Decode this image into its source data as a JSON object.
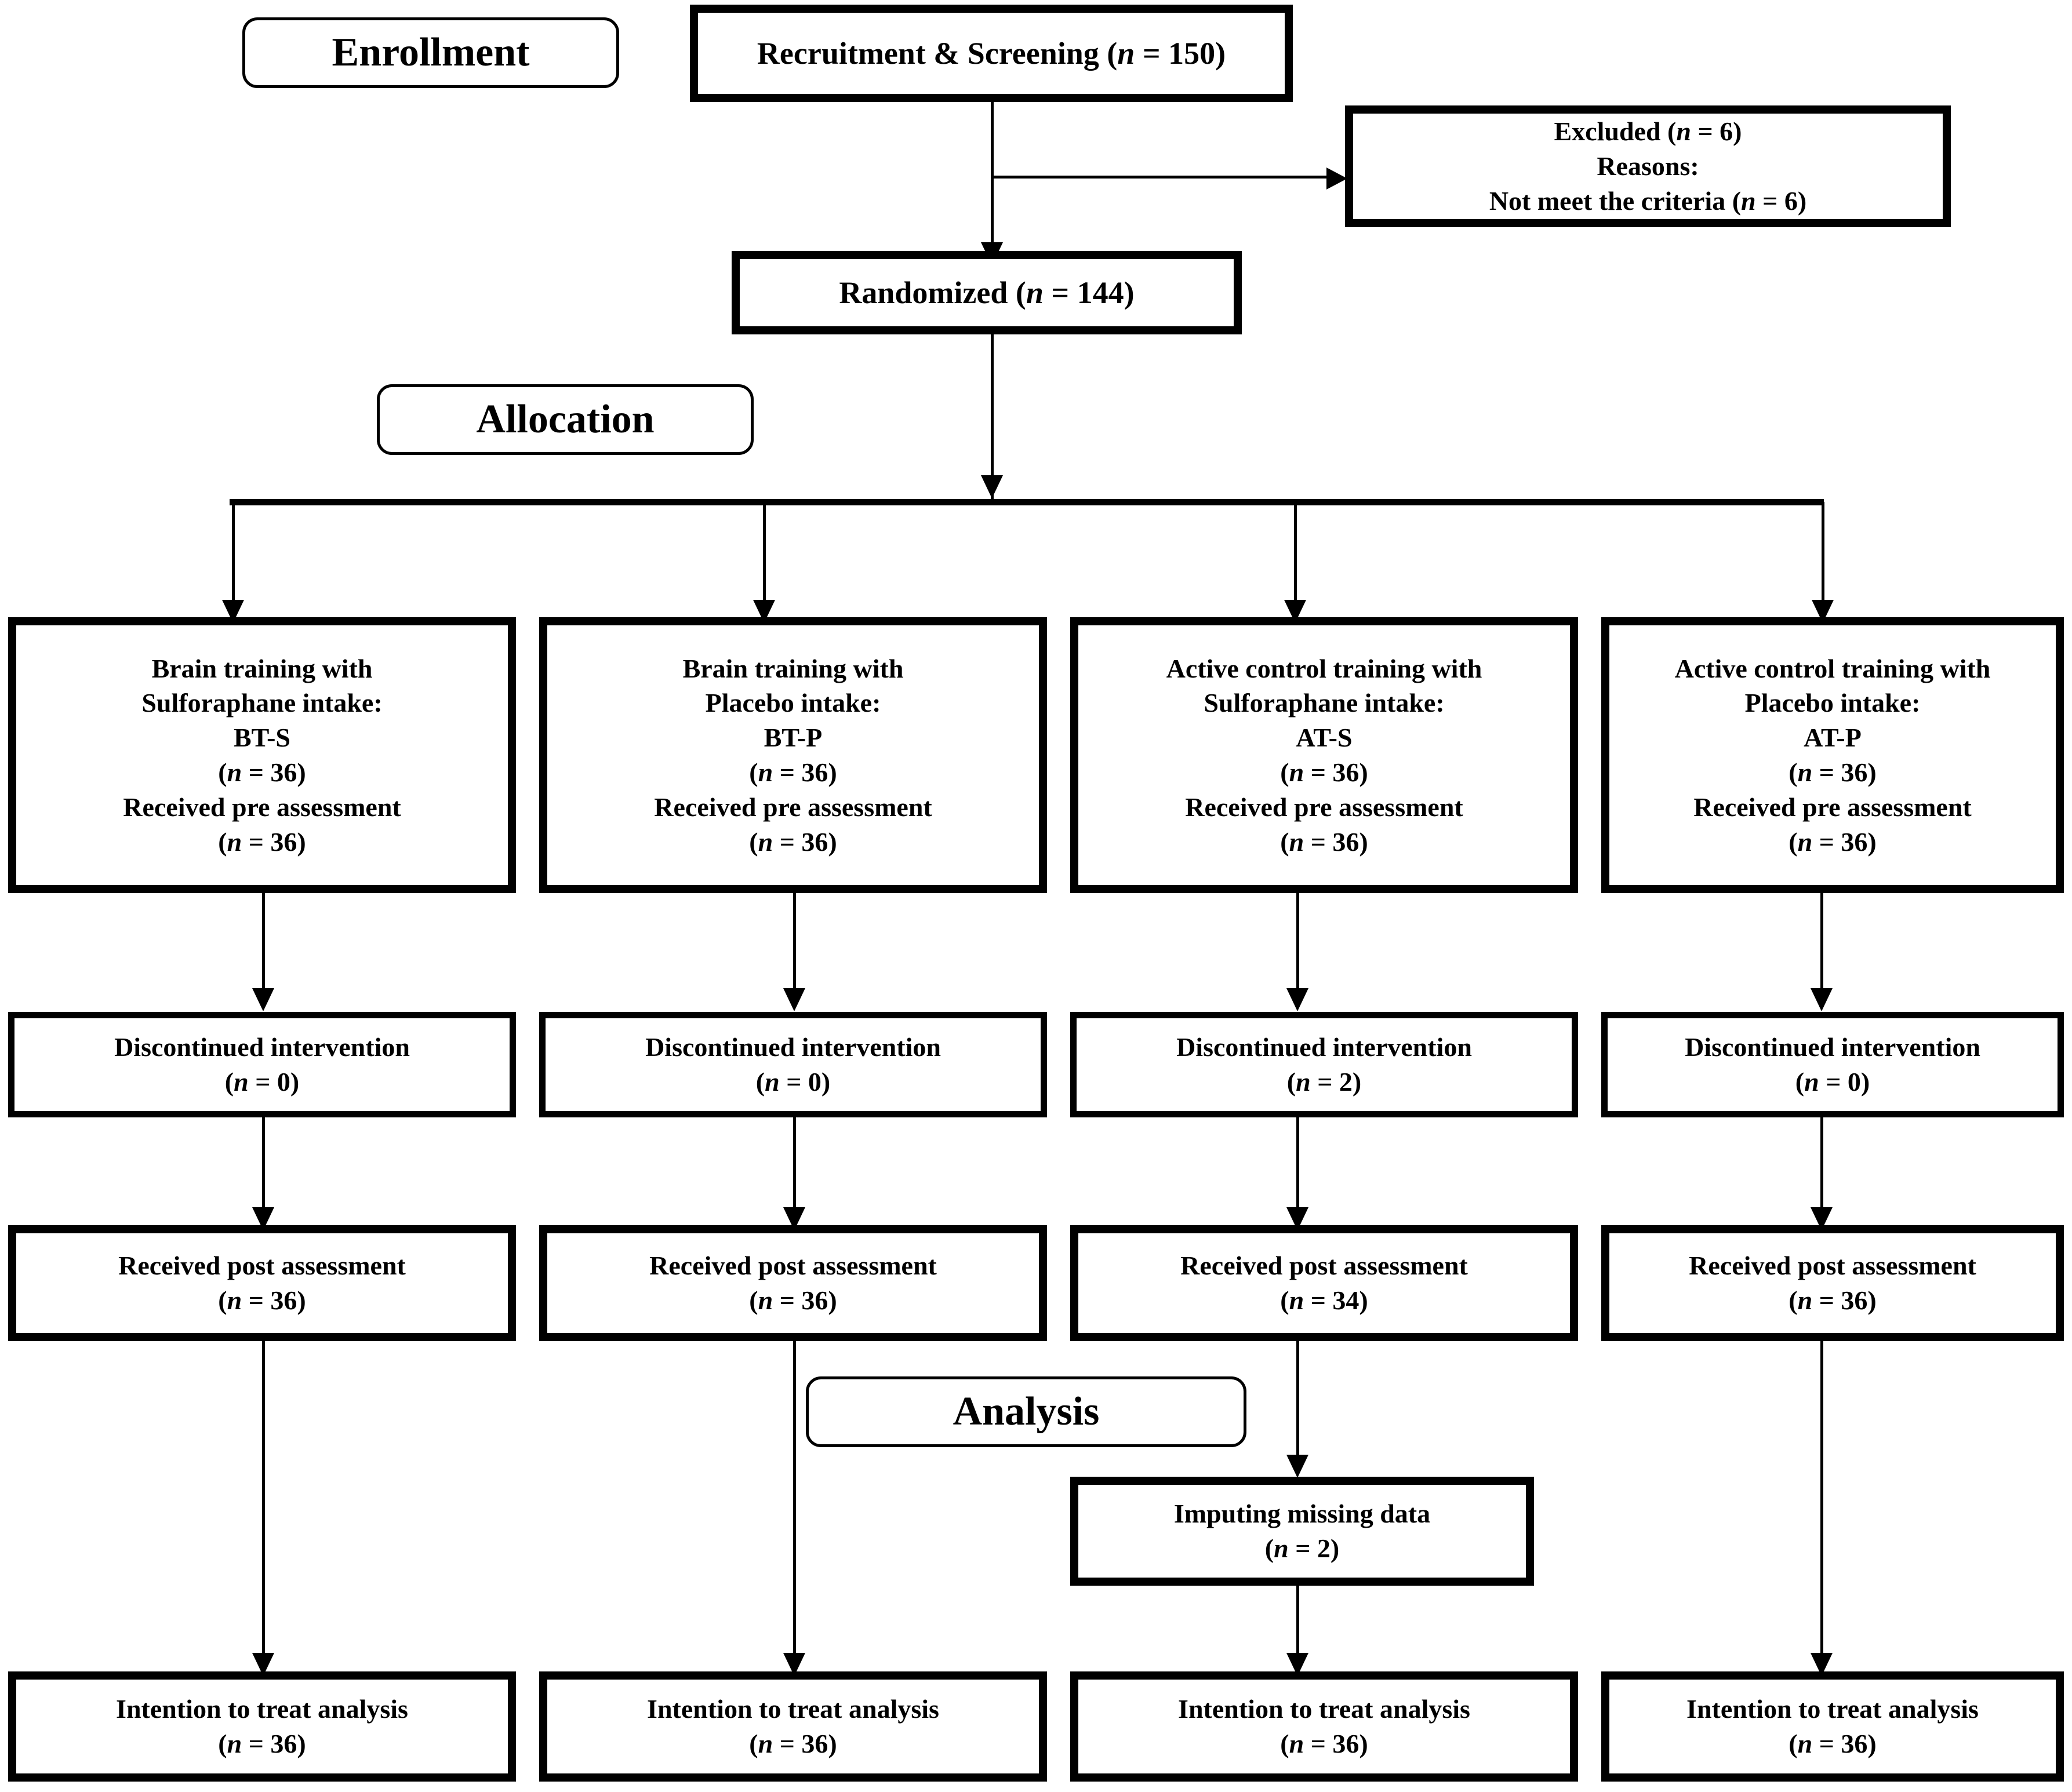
{
  "diagram": {
    "title": "CONSORT participant flow diagram",
    "stages": [
      {
        "id": "enrollment",
        "label": "Enrollment"
      },
      {
        "id": "allocation",
        "label": "Allocation"
      },
      {
        "id": "analysis",
        "label": "Analysis"
      }
    ],
    "recruitment": {
      "line1_text": "Recruitment  &  Screening (",
      "n_symbol": "n",
      "line1_tail": " = 150)"
    },
    "excluded": {
      "line1_text": "Excluded  (",
      "line1_n": "n",
      "line1_tail": " = 6)",
      "line2": "Reasons:",
      "line3_text": "Not meet the criteria (",
      "line3_n": "n",
      "line3_tail": " = 6)"
    },
    "randomized": {
      "text": "Randomized  (",
      "n_symbol": "n",
      "tail": " = 144)"
    },
    "n_symbol": "n",
    "arms": [
      {
        "id": "bt-s",
        "alloc_line1": "Brain  training  with",
        "alloc_line2": "Sulforaphane  intake:",
        "alloc_code": "BT-S",
        "alloc_n": " = 36)",
        "alloc_line4": "Received  pre assessment",
        "alloc_n2": " = 36)",
        "discontinued_label": "Discontinued intervention",
        "discontinued_n": " = 0)",
        "post_label": "Received  post assessment",
        "post_n": " = 36)",
        "itt_label": "Intention  to treat analysis",
        "itt_n": " = 36)"
      },
      {
        "id": "bt-p",
        "alloc_line1": "Brain  training  with",
        "alloc_line2": "Placebo  intake:",
        "alloc_code": "BT-P",
        "alloc_n": " = 36)",
        "alloc_line4": "Received  pre assessment",
        "alloc_n2": " = 36)",
        "discontinued_label": "Discontinued intervention",
        "discontinued_n": " = 0)",
        "post_label": "Received  post assessment",
        "post_n": " = 36)",
        "itt_label": "Intention  to treat analysis",
        "itt_n": " = 36)"
      },
      {
        "id": "at-s",
        "alloc_line1": "Active  control  training  with",
        "alloc_line2": "Sulforaphane  intake:",
        "alloc_code": "AT-S",
        "alloc_n": " = 36)",
        "alloc_line4": "Received  pre assessment",
        "alloc_n2": " = 36)",
        "discontinued_label": "Discontinued intervention",
        "discontinued_n": " = 2)",
        "post_label": "Received  post assessment",
        "post_n": " = 34)",
        "itt_label": "Intention  to treat analysis",
        "itt_n": " = 36)"
      },
      {
        "id": "at-p",
        "alloc_line1": "Active  control  training  with",
        "alloc_line2": "Placebo  intake:",
        "alloc_code": "AT-P",
        "alloc_n": " = 36)",
        "alloc_line4": "Received  pre assessment",
        "alloc_n2": " = 36)",
        "discontinued_label": "Discontinued intervention",
        "discontinued_n": " = 0)",
        "post_label": "Received  post assessment",
        "post_n": " = 36)",
        "itt_label": "Intention  to treat analysis",
        "itt_n": " = 36)"
      }
    ],
    "imputing": {
      "label": "Imputing  missing data",
      "n_tail": " = 2)"
    },
    "paren_open": "(",
    "colors": {
      "ink": "#000000",
      "paper": "#ffffff"
    }
  }
}
